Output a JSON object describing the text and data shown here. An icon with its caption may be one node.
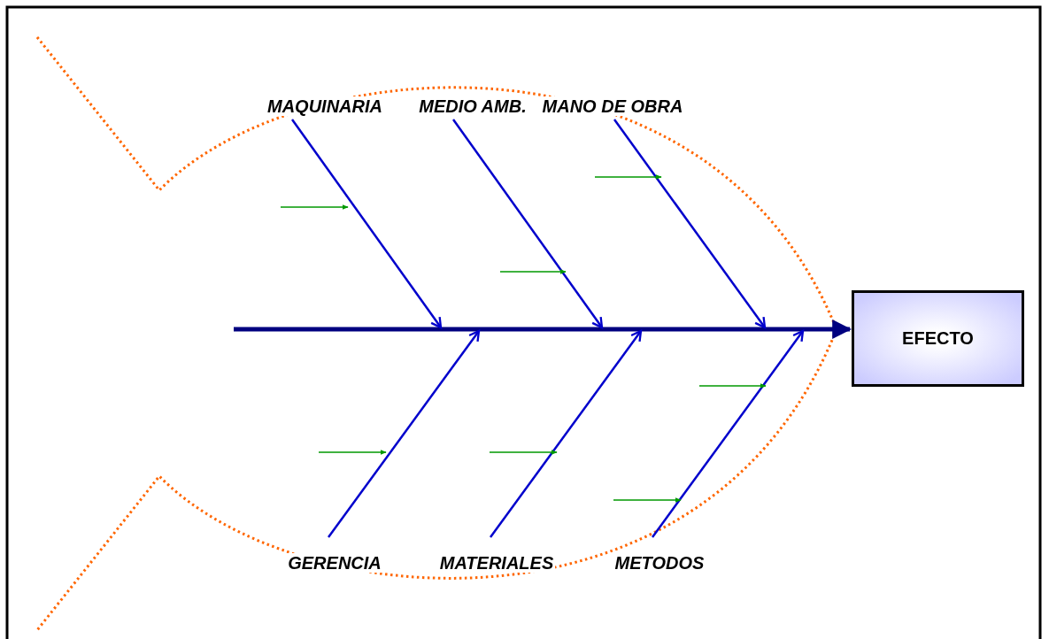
{
  "diagram": {
    "nodes": [
      {
        "text": [
          "EFECTO"
        ]
      },
      {
        "text": [
          "MAQUINARIA"
        ]
      },
      {
        "text": [
          "MEDIO AMB."
        ]
      },
      {
        "text": [
          "MANO DE OBRA"
        ]
      },
      {
        "text": [
          "GERENCIA"
        ]
      },
      {
        "text": [
          "MATERIALES"
        ]
      },
      {
        "text": [
          "METODOS"
        ]
      }
    ],
    "edges": [
      {
        "from": null,
        "to": 0,
        "arrow": "to",
        "style": "thick",
        "color": "#000080"
      },
      {
        "from": 1,
        "to": null,
        "arrow": "to"
      },
      {
        "from": 2,
        "to": null,
        "arrow": "to"
      },
      {
        "from": 3,
        "to": null,
        "arrow": "to"
      },
      {
        "from": 4,
        "to": null,
        "arrow": "to"
      },
      {
        "from": 5,
        "to": null,
        "arrow": "to"
      },
      {
        "from": 6,
        "to": null,
        "arrow": "to"
      }
    ]
  }
}
